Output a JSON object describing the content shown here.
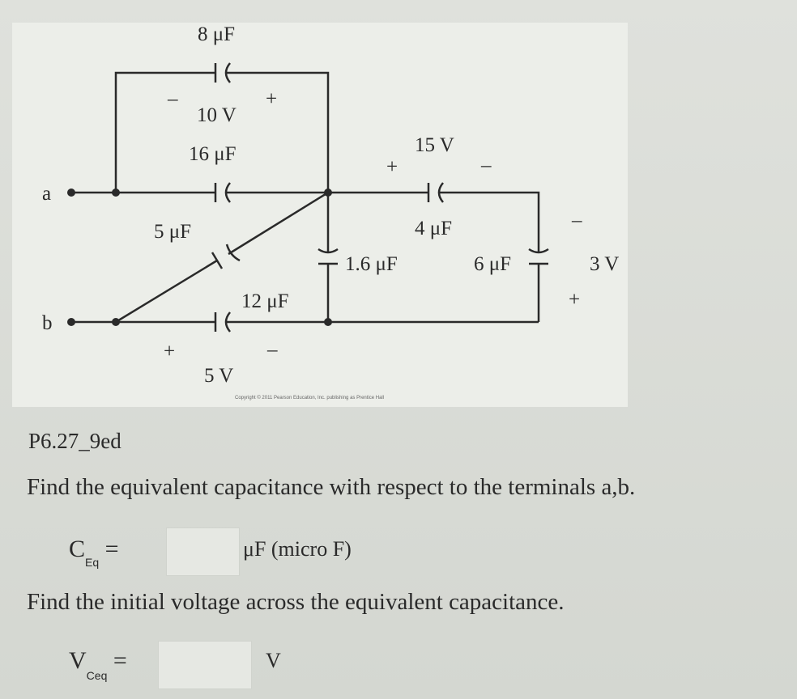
{
  "circuit": {
    "terminal_a": "a",
    "terminal_b": "b",
    "c8": "8 μF",
    "v10": "10 V",
    "c16": "16 μF",
    "v15": "15 V",
    "c4": "4 μF",
    "c5": "5 μF",
    "c1_6": "1.6 μF",
    "c6": "6 μF",
    "v3": "3 V",
    "c12": "12 μF",
    "v5": "5 V",
    "plus": "+",
    "minus": "–",
    "copyright": "Copyright © 2011 Pearson Education, Inc. publishing as Prentice Hall"
  },
  "problem": {
    "id": "P6.27_9ed",
    "question1": "Find the equivalent capacitance with respect to the terminals a,b.",
    "ceq_label": "C",
    "ceq_sub": "Eq",
    "equals": "=",
    "ceq_value": "",
    "ceq_unit": "μF  (micro F)",
    "question2": "Find the initial voltage across the equivalent capacitance.",
    "vceq_label": "V",
    "vceq_sub": "Ceq",
    "vceq_value": "",
    "vceq_unit": "V"
  }
}
